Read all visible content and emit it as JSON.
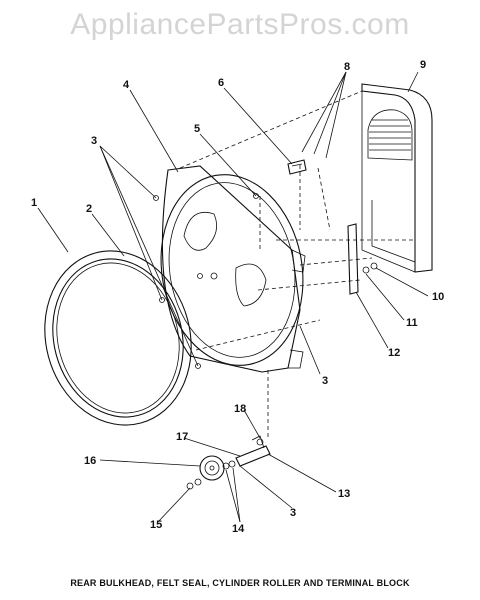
{
  "watermark": "AppliancePartsPros.com",
  "caption": "REAR BULKHEAD, FELT SEAL, CYLINDER ROLLER AND TERMINAL BLOCK",
  "callouts": [
    "1",
    "2",
    "3",
    "4",
    "5",
    "6",
    "8",
    "9",
    "10",
    "11",
    "12",
    "3",
    "18",
    "17",
    "16",
    "13",
    "3",
    "15",
    "14"
  ]
}
